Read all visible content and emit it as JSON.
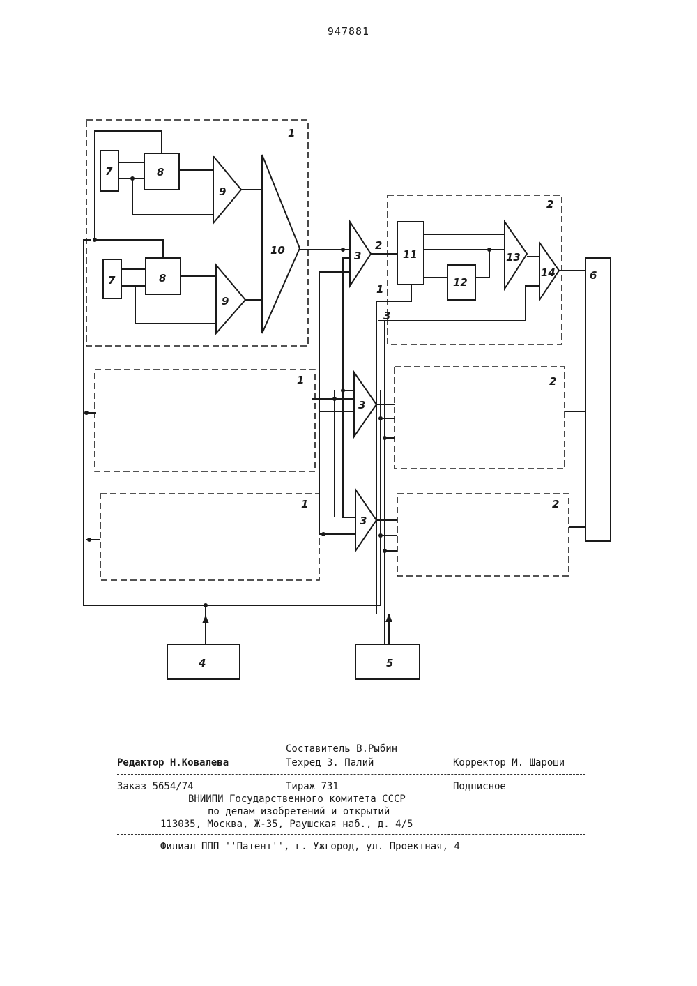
{
  "header": {
    "patent_number": "947881"
  },
  "diagram": {
    "labels": {
      "unit_1": "1",
      "unit_2": "2",
      "unit_3": "3",
      "unit_4": "4",
      "unit_5": "5",
      "unit_6": "6",
      "unit_7": "7",
      "unit_8": "8",
      "unit_9": "9",
      "unit_10": "10",
      "unit_11": "11",
      "unit_12": "12",
      "unit_13": "13",
      "unit_14": "14",
      "input_1": "1",
      "input_2": "2",
      "input_3": "3"
    }
  },
  "colophon": {
    "compiler": "Составитель В.Рыбин",
    "editor": "Редактор Н.Ковалева",
    "techred": "Техред З. Палий",
    "corrector": "Корректор М. Шароши",
    "order": "Заказ 5654/74",
    "circulation": "Тираж 731",
    "subscription": "Подписное",
    "org_line1": "ВНИИПИ Государственного комитета СССР",
    "org_line2": "по делам изобретений и открытий",
    "org_address": "113035, Москва, Ж-35, Раушская наб., д. 4/5",
    "branch": "Филиал ППП ''Патент'', г. Ужгород, ул. Проектная, 4"
  }
}
